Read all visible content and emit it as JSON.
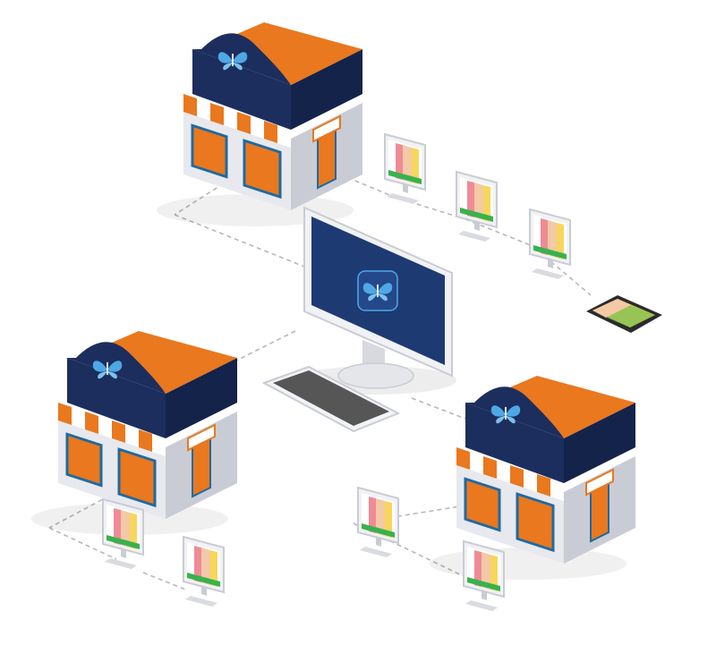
{
  "colors": {
    "navy": "#1c2e5e",
    "navy_dark": "#14234a",
    "orange": "#e9781f",
    "orange_light": "#f59a3f",
    "wall": "#e7e9ee",
    "wall_side": "#c9ccd4",
    "window_frame": "#1f6aa0",
    "butterfly": "#4fa8e6",
    "monitor_screen": "#1e3a72",
    "connector": "#b7b7b7"
  },
  "icons": {
    "logo": "butterfly-icon",
    "server_screen_logo": "butterfly-icon"
  },
  "diagram": {
    "central_node": "server-computer",
    "nodes": [
      "store-top",
      "store-left",
      "store-right"
    ],
    "terminal_counts": {
      "store-top": 4,
      "store-left": 2,
      "store-right": 2
    }
  }
}
